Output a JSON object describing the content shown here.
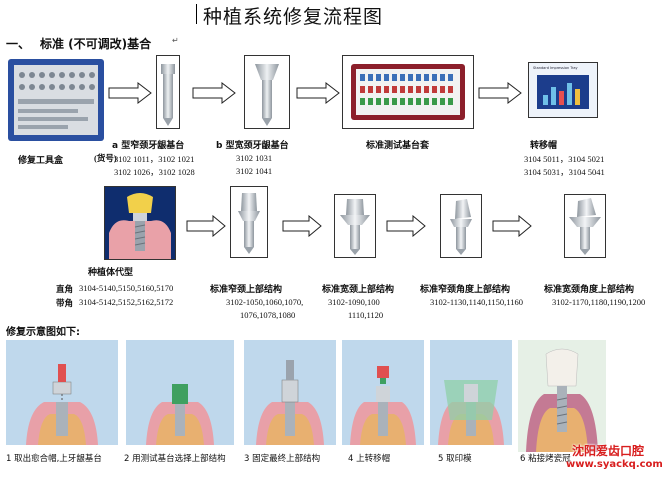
{
  "title": "种植系统修复流程图",
  "section1": {
    "num": "一、",
    "label": "标准 (不可调改)基合"
  },
  "row1": {
    "kit_label": "修复工具盒",
    "item_a": {
      "label": "a 型窄颈牙龈基台",
      "prefix": "(货号)",
      "line1": "3102 1011，3102 1021",
      "line2": "3102 1026，3102 1028"
    },
    "item_b": {
      "label": "b 型宽颈牙龈基台",
      "line1": "3102 1031",
      "line2": "3102 1041"
    },
    "test_kit": {
      "label": "标准测试基台套"
    },
    "transfer": {
      "label": "转移帽",
      "line1": "3104 5011，3104 5021",
      "line2": "3104 5031，3104 5041"
    },
    "screen_header": "Standard Impression Tray"
  },
  "row2": {
    "implant": {
      "label": "种植体代型",
      "straight_label": "直角",
      "straight_nums": "3104-5140,5150,5160,5170",
      "band_label": "带角",
      "band_nums": "3104-5142,5152,5162,5172"
    },
    "narrow": {
      "label": "标准窄颈上部结构",
      "line1": "3102-1050,1060,1070,",
      "line2": "1076,1078,1080"
    },
    "wide": {
      "label": "标准宽颈上部结构",
      "line1": "3102-1090,100",
      "line2": "1110,1120"
    },
    "narrow_angle": {
      "label": "标准窄颈角度上部结构",
      "line1": "3102-1130,1140,1150,1160"
    },
    "wide_angle": {
      "label": "标准宽颈角度上部结构",
      "line1": "3102-1170,1180,1190,1200"
    }
  },
  "section2": {
    "label": "修复示意图如下:"
  },
  "steps": [
    "1 取出愈合帽,上牙龈基台",
    "2 用测试基台选择上部结构",
    "3 固定最终上部结构",
    "4 上转移帽",
    "5 取印模",
    "6 粘接烤瓷冠"
  ],
  "watermark": {
    "line1": "沈阳爱齿口腔",
    "line2": "www.syackq.com"
  },
  "colors": {
    "bg_blue": "#bfd8ec",
    "gum_pink": "#e8a0a8",
    "bone_orange": "#e8b070",
    "metal": "#c8cdd2",
    "watermark": "#d81e1e"
  }
}
